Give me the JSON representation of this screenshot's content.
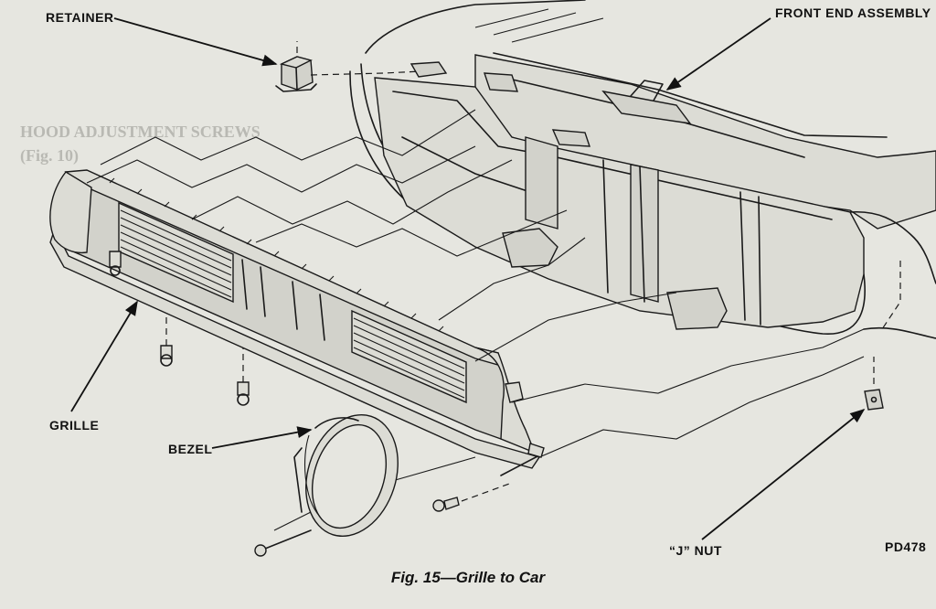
{
  "labels": {
    "retainer": "RETAINER",
    "front_end_assembly": "FRONT END ASSEMBLY",
    "grille": "GRILLE",
    "bezel": "BEZEL",
    "j_nut": "“J” NUT",
    "code": "PD478"
  },
  "caption": "Fig. 15—Grille to Car",
  "bleed_through": {
    "heading_1": "HOOD ADJUSTMENT SCREWS",
    "heading_2": "(Fig. 10)"
  },
  "colors": {
    "paper": "#e6e6e0",
    "ink": "#1a1a1a",
    "shading": "#d2d2cb",
    "bleed": "#b9b9b3"
  }
}
